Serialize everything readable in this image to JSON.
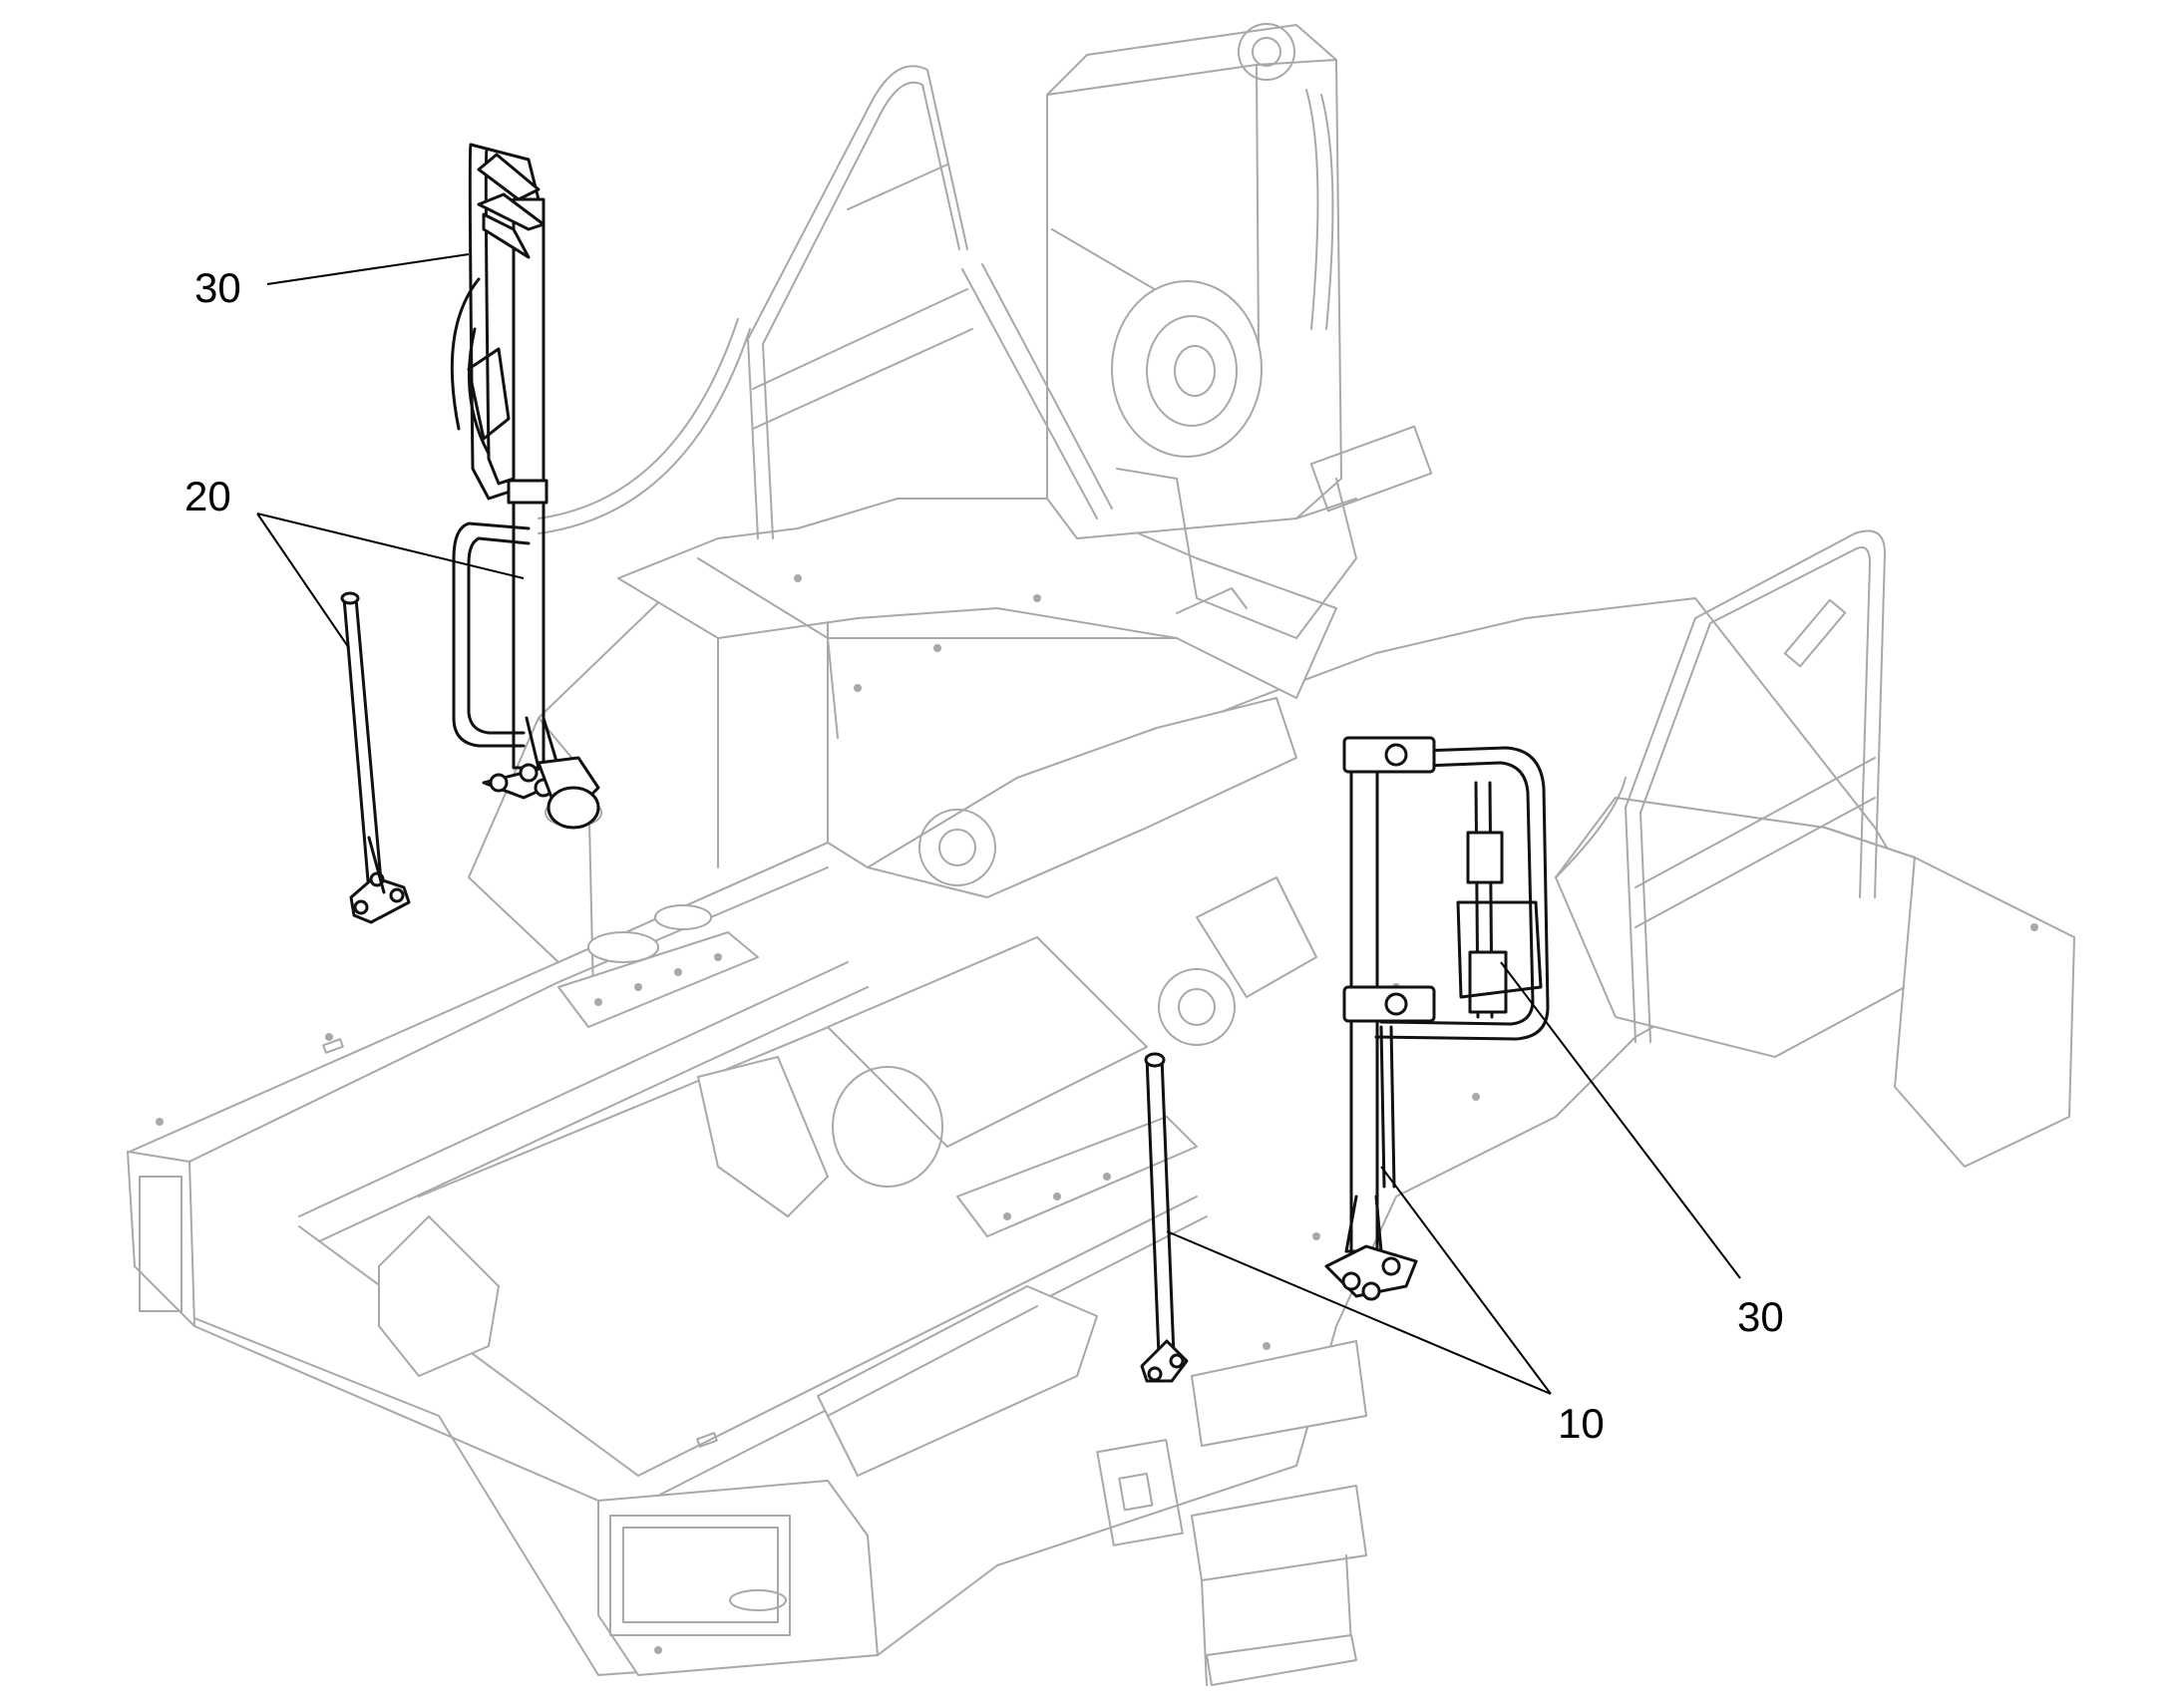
{
  "callouts": {
    "label_30_upper": "30",
    "label_20": "20",
    "label_30_lower": "30",
    "label_10": "10"
  }
}
